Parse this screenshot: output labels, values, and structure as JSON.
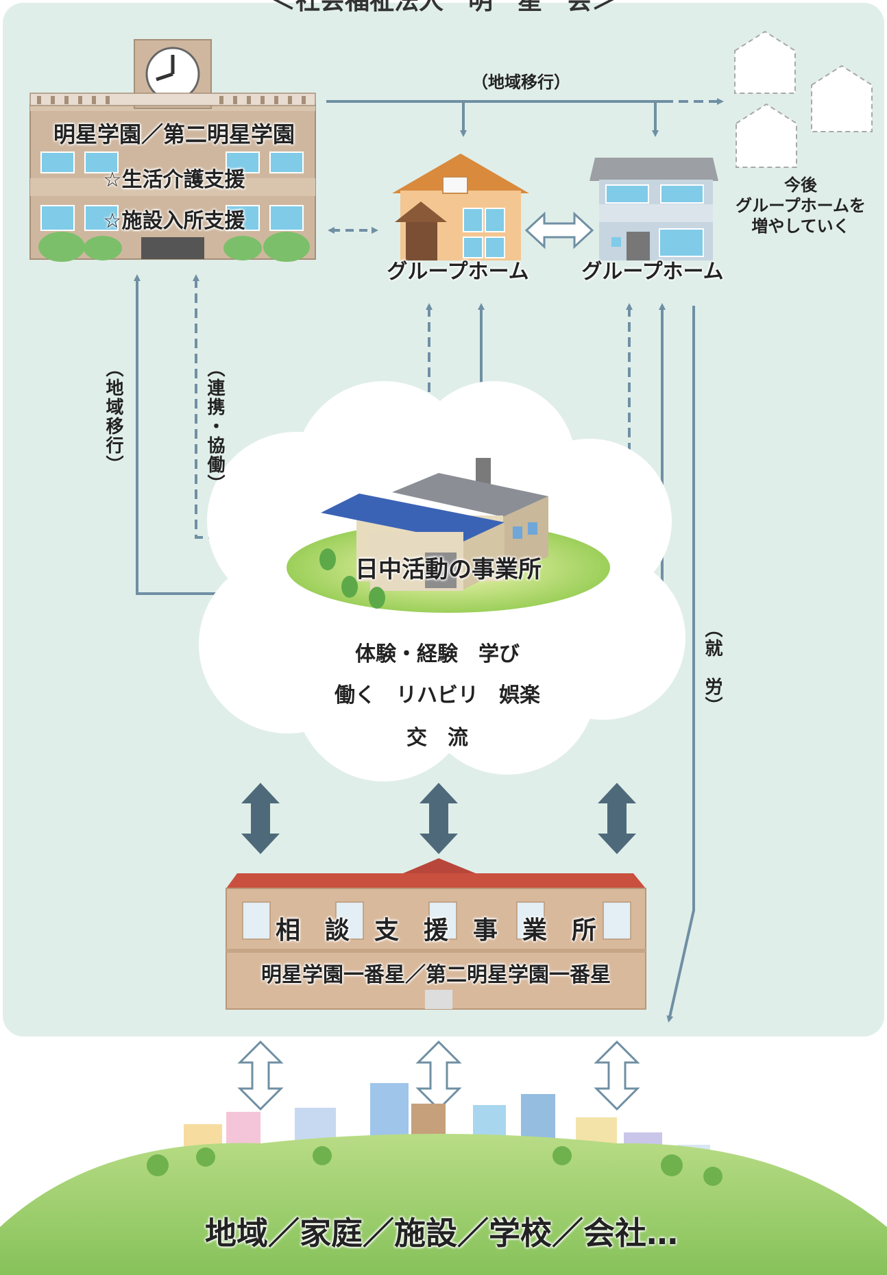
{
  "org_title": "＜社会福祉法人　明　星　会＞",
  "facility": {
    "name": "明星学園／第二明星学園",
    "service_1": "☆生活介護支援",
    "service_2": "☆施設入所支援"
  },
  "group_home_label": "グループホーム",
  "future_group_homes": [
    "今後",
    "グループホームを",
    "増やしていく"
  ],
  "edge_labels": {
    "transition_top": "（地域移行）",
    "transition_left": "（地域移行）",
    "cooperation": "（連携・協働）",
    "employment": "（就　労）"
  },
  "day_activity": {
    "name": "日中活動の事業所",
    "activities_line1": "体験・経験　学び",
    "activities_line2": "働く　リハビリ　娯楽",
    "activities_line3": "交　流"
  },
  "consultation": {
    "name": "相　談　支　援　事　業　所",
    "subtitle": "明星学園一番星／第二明星学園一番星"
  },
  "community": "地域／家庭／施設／学校／会社…",
  "colors": {
    "panel_bg": "#e0eeea",
    "arrow": "#6f8fa3",
    "dark_arrow": "#4e6a7a"
  }
}
